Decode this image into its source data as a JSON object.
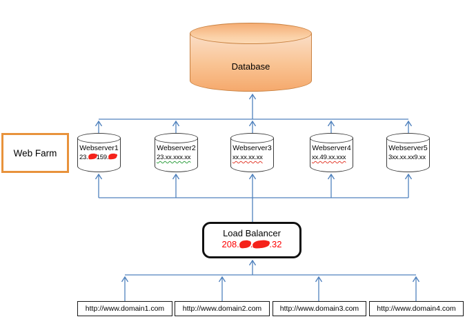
{
  "colors": {
    "connector_blue": "#4F81BD",
    "database_border": "#C8803F",
    "database_fill_top": "#FBDFC9",
    "database_fill_bottom": "#F5A96D",
    "web_farm_border": "#E8923B",
    "load_balancer_border": "#101010",
    "ip_red": "#FD0000",
    "redaction_red": "#F5221A",
    "underline_green": "#2E9E3E",
    "underline_red": "#E23C2E"
  },
  "database": {
    "label": "Database"
  },
  "web_farm": {
    "label": "Web Farm"
  },
  "webservers": [
    {
      "label": "Webserver1",
      "ip_a": "23.",
      "ip_b": "159.",
      "redacted": true
    },
    {
      "label": "Webserver2",
      "ip": "23.xx.xxx.xx",
      "underline": "green"
    },
    {
      "label": "Webserver3",
      "ip": "xx.xx.xx.xx",
      "underline": "red"
    },
    {
      "label": "Webserver4",
      "ip": "xx.49.xx.xxx",
      "underline": "red"
    },
    {
      "label": "Webserver5",
      "ip": "3xx.xx.xx9.xx",
      "underline": "none"
    }
  ],
  "load_balancer": {
    "label": "Load Balancer",
    "ip_a": "208.",
    "ip_mid": ".",
    "ip_b": ".32",
    "redacted": true
  },
  "domains": [
    {
      "label": "http://www.domain1.com"
    },
    {
      "label": "http://www.domain2.com"
    },
    {
      "label": "http://www.domain3.com"
    },
    {
      "label": "http://www.domain4.com"
    }
  ],
  "edges": [
    {
      "from": "domains",
      "to": "load_balancer",
      "direction": "up"
    },
    {
      "from": "load_balancer",
      "to": "webservers",
      "direction": "up"
    },
    {
      "from": "webservers",
      "to": "database",
      "direction": "up"
    }
  ]
}
